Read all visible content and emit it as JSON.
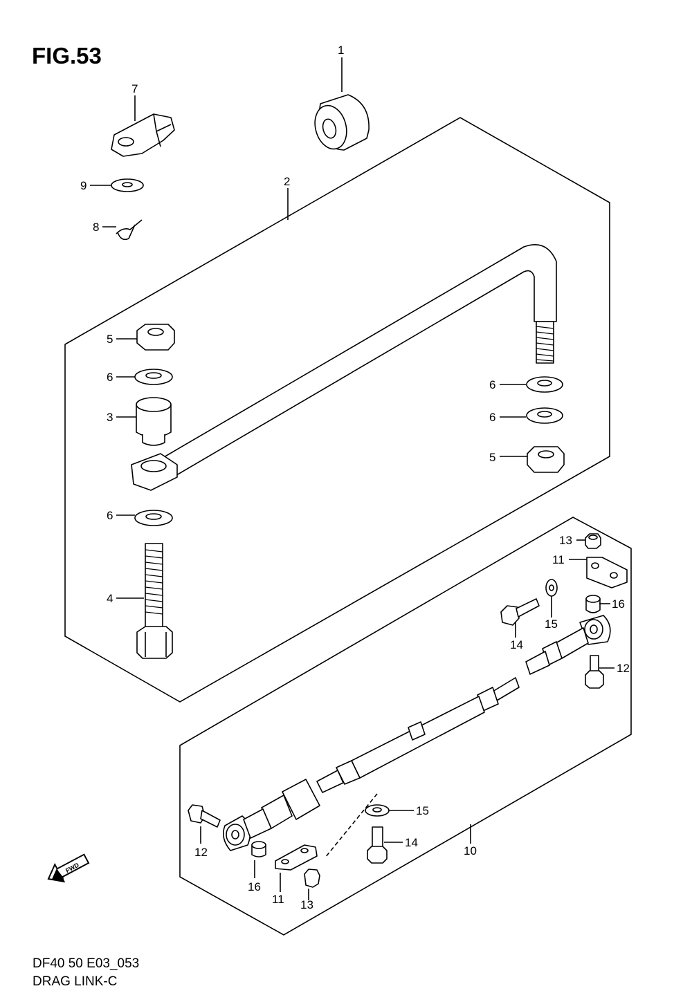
{
  "figure": {
    "title": "FIG.53",
    "model_code": "DF40 50 E03_053",
    "section_name": "DRAG LINK-C"
  },
  "direction_arrow": {
    "label": "FWD",
    "icon": "forward-arrow-icon"
  },
  "callouts": [
    {
      "id": "c1",
      "number": "1"
    },
    {
      "id": "c2",
      "number": "2"
    },
    {
      "id": "c3",
      "number": "3"
    },
    {
      "id": "c4",
      "number": "4"
    },
    {
      "id": "c5a",
      "number": "5"
    },
    {
      "id": "c5b",
      "number": "5"
    },
    {
      "id": "c6a",
      "number": "6"
    },
    {
      "id": "c6b",
      "number": "6"
    },
    {
      "id": "c6c",
      "number": "6"
    },
    {
      "id": "c6d",
      "number": "6"
    },
    {
      "id": "c7",
      "number": "7"
    },
    {
      "id": "c8",
      "number": "8"
    },
    {
      "id": "c9",
      "number": "9"
    },
    {
      "id": "c10",
      "number": "10"
    },
    {
      "id": "c11a",
      "number": "11"
    },
    {
      "id": "c11b",
      "number": "11"
    },
    {
      "id": "c12a",
      "number": "12"
    },
    {
      "id": "c12b",
      "number": "12"
    },
    {
      "id": "c13a",
      "number": "13"
    },
    {
      "id": "c13b",
      "number": "13"
    },
    {
      "id": "c14a",
      "number": "14"
    },
    {
      "id": "c14b",
      "number": "14"
    },
    {
      "id": "c15a",
      "number": "15"
    },
    {
      "id": "c15b",
      "number": "15"
    },
    {
      "id": "c16a",
      "number": "16"
    },
    {
      "id": "c16b",
      "number": "16"
    }
  ]
}
